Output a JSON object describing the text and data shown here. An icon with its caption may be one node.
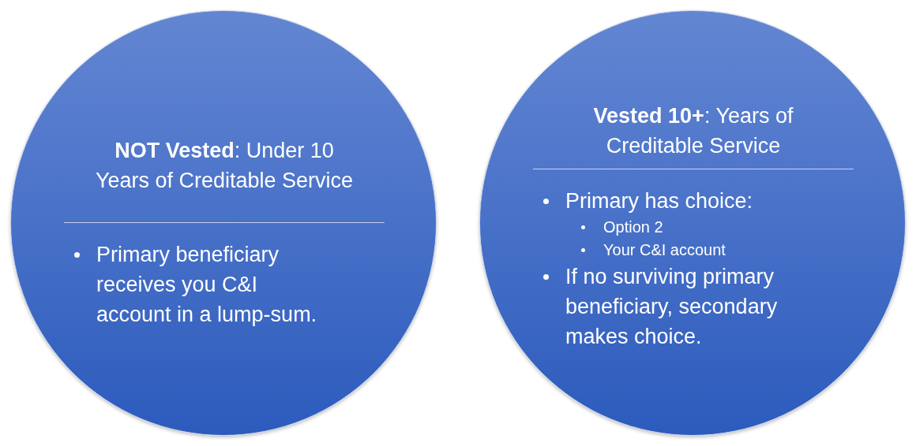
{
  "diagram": {
    "nodes": [
      {
        "text": [
          "**NOT Vested**: Under 10 Years of Creditable Service",
          "Primary beneficiary receives you C&I account in a lump-sum."
        ]
      },
      {
        "text": [
          "**Vested 10+**: Years of Creditable Service",
          "Primary has choice:",
          "Option 2",
          "Your C&I account",
          "If no surviving primary beneficiary, secondary makes choice."
        ]
      }
    ]
  }
}
